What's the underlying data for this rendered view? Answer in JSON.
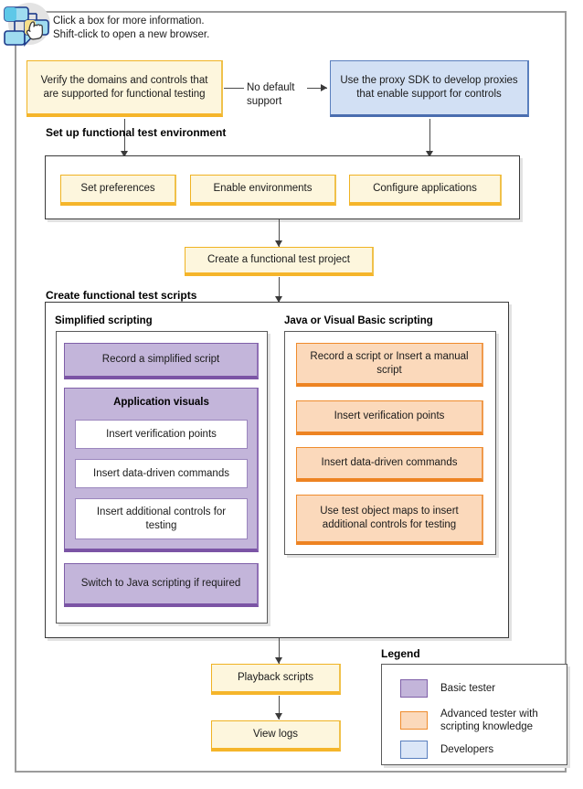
{
  "header": {
    "note_line1": "Click a box for more information.",
    "note_line2": "Shift-click to open a new browser.",
    "icon": "flowchart-hand-cursor-icon"
  },
  "flow": {
    "verify_box": "Verify the domains and controls that are supported for functional testing",
    "edge_label": "No default support",
    "sdk_box": "Use the proxy SDK to develop proxies that enable support for controls",
    "setup_section_title": "Set up functional test environment",
    "setup_boxes": [
      "Set preferences",
      "Enable environments",
      "Configure applications"
    ],
    "create_project_box": "Create a functional test project",
    "scripts_section_title": "Create functional test scripts",
    "simplified": {
      "title": "Simplified scripting",
      "record_box": "Record a simplified script",
      "visuals_title": "Application visuals",
      "visuals_items": [
        "Insert verification points",
        "Insert data-driven commands",
        "Insert additional controls for testing"
      ],
      "switch_box": "Switch to Java scripting if required"
    },
    "java": {
      "title": "Java or Visual Basic scripting",
      "items": [
        "Record a script or Insert a manual script",
        "Insert verification points",
        "Insert data-driven commands",
        "Use test object maps to insert additional controls for testing"
      ]
    },
    "playback_box": "Playback scripts",
    "viewlogs_box": "View logs"
  },
  "legend": {
    "title": "Legend",
    "items": [
      {
        "label": "Basic tester",
        "color": "#c3b5da"
      },
      {
        "label": "Advanced tester with scripting knowledge",
        "color": "#fbd9bb"
      },
      {
        "label": "Developers",
        "color": "#dbe6f7"
      }
    ]
  }
}
